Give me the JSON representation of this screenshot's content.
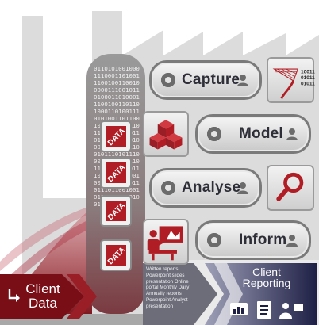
{
  "binary_digits": "0110101001000111000110100111001001100100000111001011010001101000111001001101101000110100111010100110110010001011001101110011001011011010001101000111000111100101110101110001100100111011001011000111010001111001001010110001101110110010010111011001010011101101",
  "steps": [
    {
      "label": "Capture"
    },
    {
      "label": "Model"
    },
    {
      "label": "Analyse"
    },
    {
      "label": "Inform"
    }
  ],
  "data_badge_text": "DATA",
  "capture_icon_digits": [
    "10011",
    "01011",
    "01011"
  ],
  "client_data": {
    "line1": "Client",
    "line2": "Data"
  },
  "written_reports_text": "Written reports Powerpoint slides presentation Online portal Monthly Daily Annually reports Powerpoint Analyst presentation",
  "client_reporting": {
    "line1": "Client",
    "line2": "Reporting"
  },
  "colors": {
    "brand_red": "#b01d24",
    "dark_red": "#7a0e16",
    "navy": "#1e1f45",
    "grey_factory": "#d9d9d9"
  }
}
